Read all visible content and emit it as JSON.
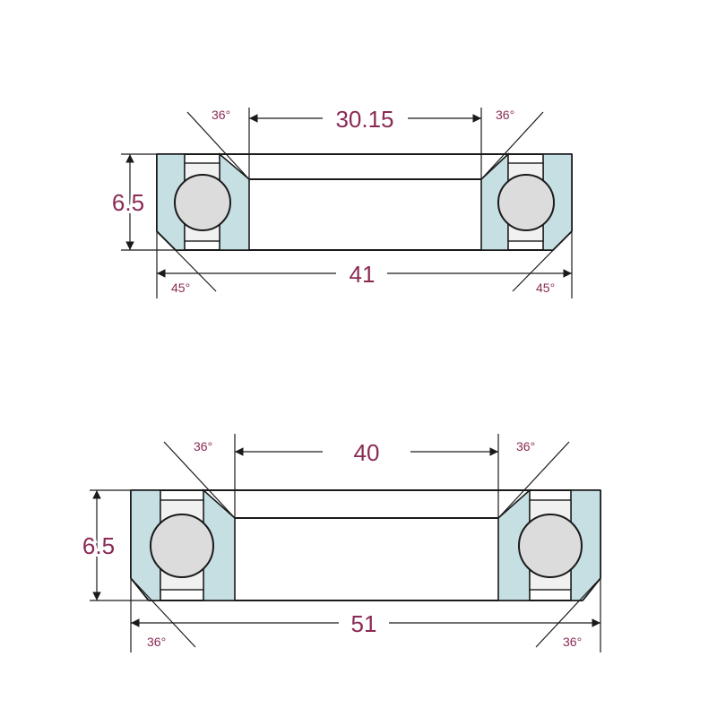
{
  "colors": {
    "race_fill": "#c5dfe3",
    "text": "#8a2a55",
    "line": "#1a1a1a",
    "ball": "#dcdcdc"
  },
  "bearings": [
    {
      "inner_diameter": "30.15",
      "outer_diameter": "41",
      "height": "6.5",
      "top_angle_left": "36°",
      "top_angle_right": "36°",
      "bottom_angle_left": "45°",
      "bottom_angle_right": "45°"
    },
    {
      "inner_diameter": "40",
      "outer_diameter": "51",
      "height": "6.5",
      "top_angle_left": "36°",
      "top_angle_right": "36°",
      "bottom_angle_left": "36°",
      "bottom_angle_right": "36°"
    }
  ]
}
